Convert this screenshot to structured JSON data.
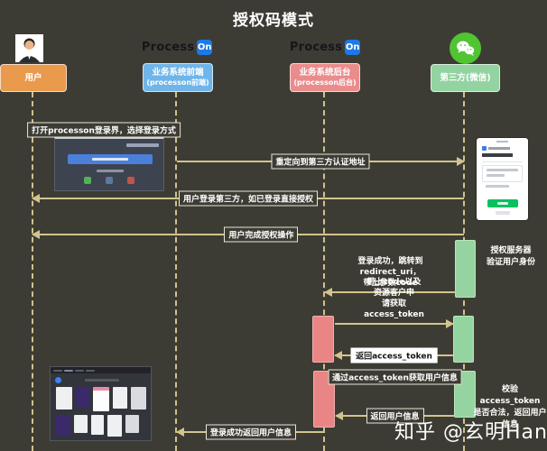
{
  "title": "授权码模式",
  "brand": {
    "process": "Process",
    "on": "On"
  },
  "actors": [
    {
      "label": "用户",
      "color": "#ea9a4d"
    },
    {
      "label": "业务系统前端",
      "sublabel": "(processon前端)",
      "color": "#70b5e9"
    },
    {
      "label": "业务系统后台",
      "sublabel": "(processon后台)",
      "color": "#ea8c8c"
    },
    {
      "label": "第三方(微信)",
      "color": "#93d3a1"
    }
  ],
  "messages": [
    {
      "from": "用户",
      "to": "业务系统前端",
      "label": "打开processon登录界，选择登录方式"
    },
    {
      "from": "业务系统前端",
      "to": "第三方(微信)",
      "label": "重定向到第三方认证地址"
    },
    {
      "from": "第三方(微信)",
      "to": "用户",
      "label": "用户登录第三方，如已登录直接授权"
    },
    {
      "from": "第三方(微信)",
      "to": "用户",
      "label": "用户完成授权操作"
    },
    {
      "from": "第三方(微信)",
      "to": "业务系统后台",
      "label": "登录成功，跳转到\nredirect_uri，带上参数code"
    },
    {
      "from": "业务系统后台",
      "to": "第三方(微信)",
      "label": "带上code以及资源客户申\n请获取access_token"
    },
    {
      "from": "第三方(微信)",
      "to": "业务系统后台",
      "label": "返回access_token"
    },
    {
      "from": "业务系统后台",
      "to": "第三方(微信)",
      "label": "通过access_token获取用户信息"
    },
    {
      "from": "第三方(微信)",
      "to": "业务系统后台",
      "label": "返回用户信息"
    },
    {
      "from": "业务系统后台",
      "to": "业务系统前端",
      "label": "登录成功返回用户信息"
    }
  ],
  "notes": [
    {
      "text": "授权服务器\n验证用户身份"
    },
    {
      "text": "校验access_token\n是否合法，返回用户\n信息"
    }
  ],
  "watermark": "知乎 @玄明Hanko",
  "colors": {
    "background": "#3d3c34",
    "line": "#d2c48e",
    "activation_green": "#95d4a0",
    "activation_red": "#ea8585",
    "wechat_green": "#50c431",
    "processon_blue": "#1d79e8"
  }
}
